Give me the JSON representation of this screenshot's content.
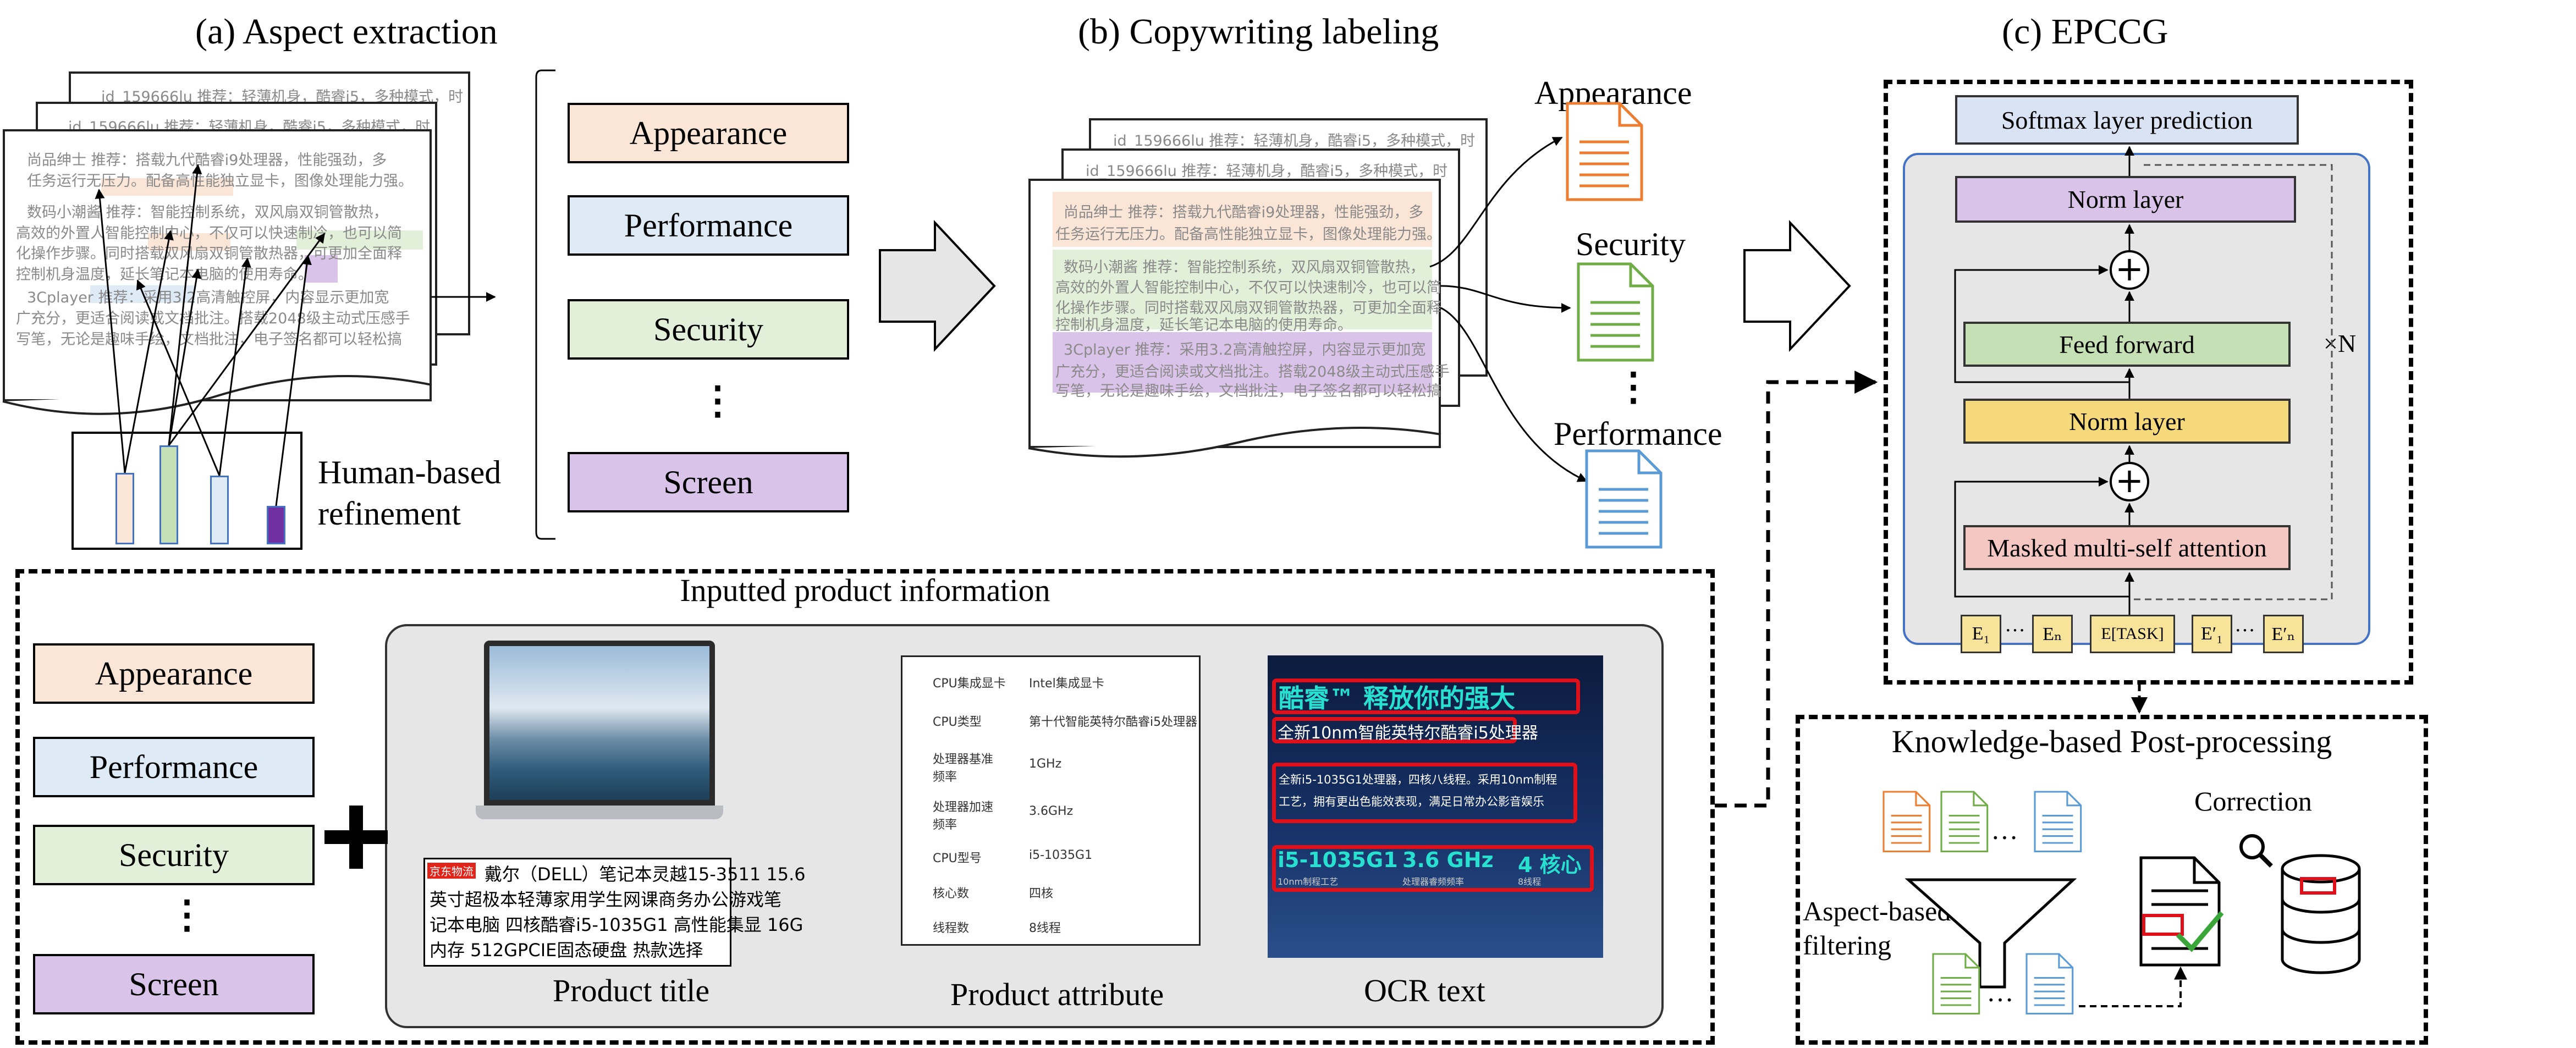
{
  "titles": {
    "a": "(a) Aspect extraction",
    "b": "(b) Copywriting labeling",
    "c": "(c) EPCCG"
  },
  "aspects_a": [
    "Appearance",
    "Performance",
    "Security",
    "Screen"
  ],
  "aspects_inputs": [
    "Appearance",
    "Performance",
    "Security",
    "Screen"
  ],
  "human_refinement": [
    "Human-based",
    "refinement"
  ],
  "doc_lines": [
    "id_159666lu 推荐：轻薄机身，酷睿i5，多种模式，时",
    "尚品绅士 推荐：搭载九代酷睿i9处理器，性能强劲，多",
    "任务运行无压力。配备高性能独立显卡，图像处理能力强。",
    "数码小潮酱 推荐：智能控制系统，双风扇双铜管散热，",
    "高效的外置人智能控制中心，不仅可以快速制冷，也可以简",
    "化操作步骤。同时搭载双风扇双铜管散热器，可更加全面释",
    "控制机身温度，延长笔记本电脑的使用寿命。",
    "3Cplayer 推荐：采用3.2高清触控屏，内容显示更加宽",
    "广充分，更适合阅读或文档批注。搭载2048级主动式压感手",
    "写笔，无论是趣味手绘，文档批注，电子签名都可以轻松搞"
  ],
  "labels_b": [
    "Appearance",
    "Security",
    "Performance"
  ],
  "model": {
    "softmax": "Softmax layer prediction",
    "norm_top": "Norm layer",
    "feed_forward": "Feed forward",
    "norm_mid": "Norm layer",
    "masked_attention": "Masked multi-self attention",
    "repeat": "×N",
    "embeddings": [
      "E₁",
      "···",
      "Eₙ",
      "E[TASK]",
      "E′₁",
      "···",
      "E′ₙ"
    ]
  },
  "inputs": {
    "title": "Inputted product information",
    "captions": [
      "Product title",
      "Product attribute",
      "OCR text"
    ],
    "product_title_tag": "京东物流",
    "product_title": [
      "戴尔（DELL）笔记本灵越15-3511 15.6",
      "英寸超极本轻薄家用学生网课商务办公游戏笔",
      "记本电脑 四核酷睿i5-1035G1 高性能集显 16G",
      "内存 512GPCIE固态硬盘 热款选择"
    ],
    "attributes": [
      [
        "CPU集成显卡",
        "Intel集成显卡"
      ],
      [
        "CPU类型",
        "第十代智能英特尔酷睿i5处理器"
      ],
      [
        "处理器基准频率",
        "1GHz"
      ],
      [
        "处理器加速频率",
        "3.6GHz"
      ],
      [
        "CPU型号",
        "i5-1035G1"
      ],
      [
        "核心数",
        "四核"
      ],
      [
        "线程数",
        "8线程"
      ]
    ],
    "ocr": {
      "headline": "酷睿™ 释放你的强大",
      "subhead": "全新10nm智能英特尔酷睿i5处理器",
      "body1": "全新i5-1035G1处理器，四核八线程。采用10nm制程",
      "body2": "工艺，拥有更出色能效表现，满足日常办公影音娱乐",
      "spec1": "i5-1035G1",
      "spec1_sub": "10nm制程工艺",
      "spec2": "3.6 GHz",
      "spec2_sub": "处理器睿频频率",
      "spec3": "4 核心",
      "spec3_sub": "8线程"
    }
  },
  "post": {
    "title": "Knowledge-based Post-processing",
    "correction": "Correction",
    "filtering": [
      "Aspect-based",
      "filtering"
    ]
  },
  "colors": {
    "appearance": "#fbe5d6",
    "performance": "#deebf7",
    "security": "#e2f0d9",
    "screen": "#d9c3e9",
    "softmax": "#dae3f3",
    "norm": "#f6d97a",
    "feed": "#c5e0b4",
    "attention": "#f4c7c3",
    "doc_orange": "#ed7d31",
    "doc_green": "#70ad47",
    "doc_blue": "#5b9bd5"
  }
}
